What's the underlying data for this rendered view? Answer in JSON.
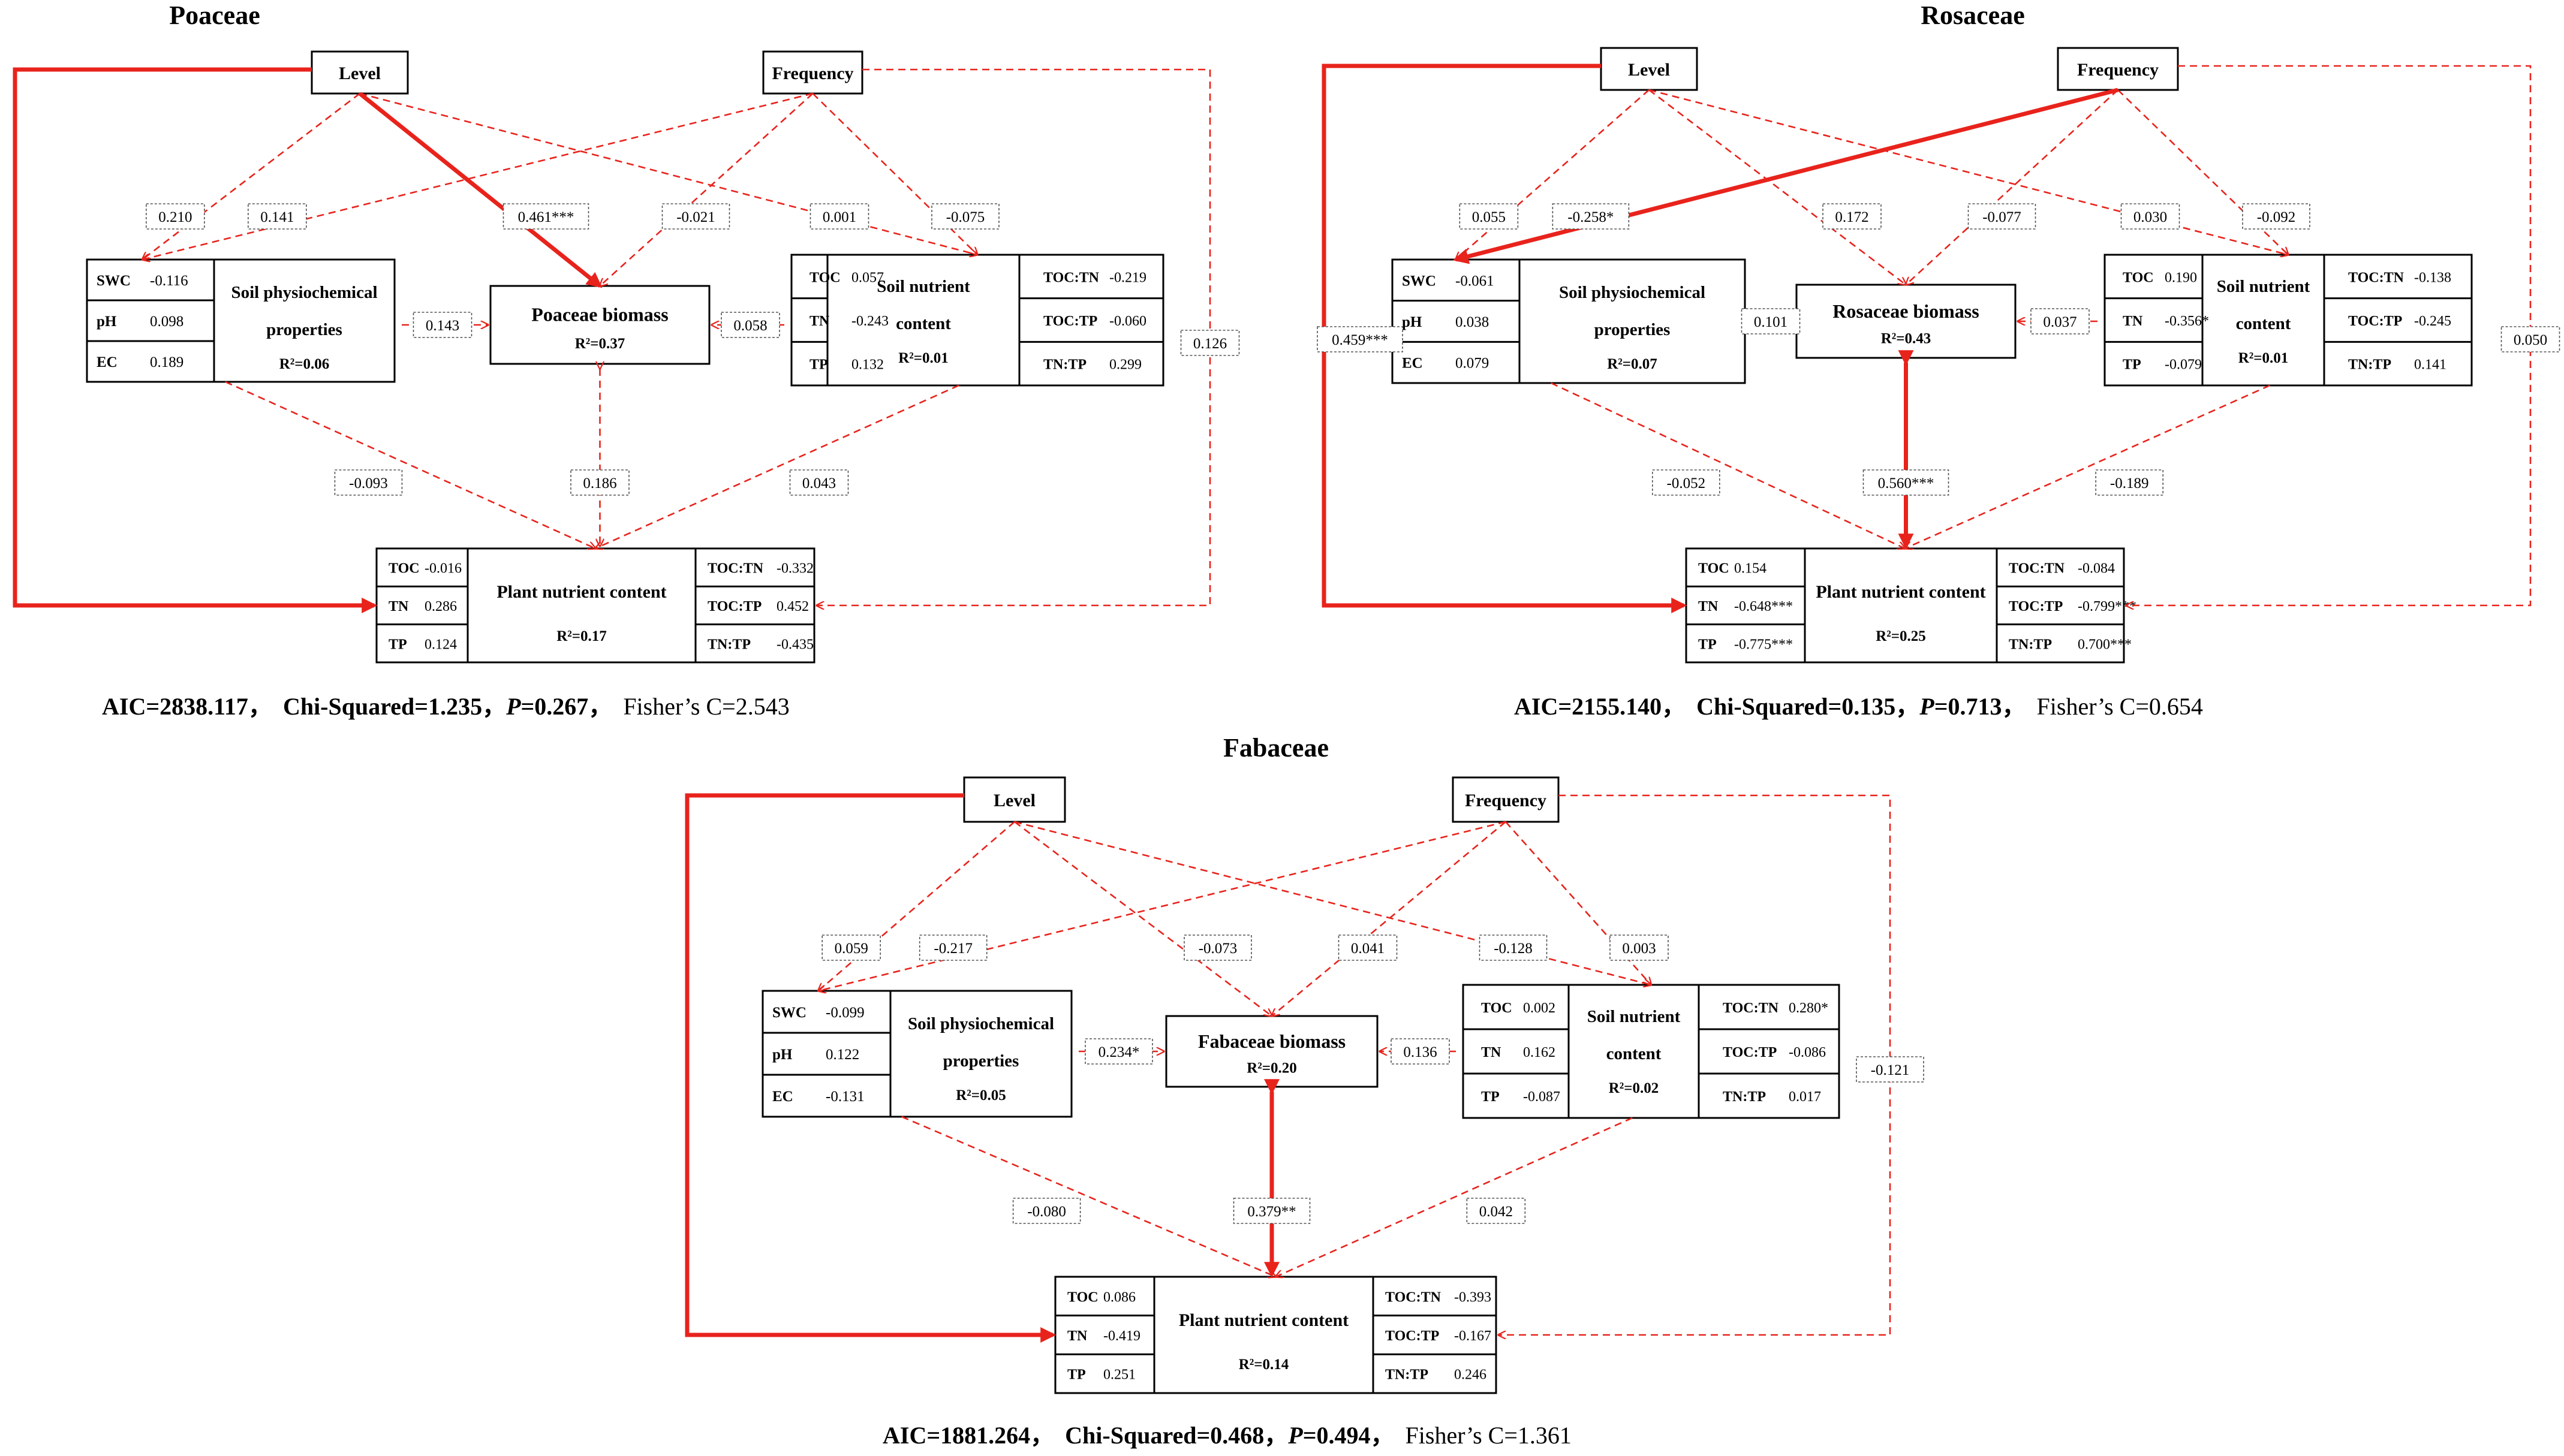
{
  "panels": [
    {
      "id": "poaceae",
      "title": "Poaceae",
      "level": "Level",
      "frequency": "Frequency",
      "soil_phys": {
        "rows": [
          [
            "SWC",
            "-0.116"
          ],
          [
            "pH",
            "0.098"
          ],
          [
            "EC",
            "0.189"
          ]
        ],
        "name1": "Soil physiochemical",
        "name2": "properties",
        "r2": "R²=0.06"
      },
      "biomass": {
        "name": "Poaceae biomass",
        "r2": "R²=0.37"
      },
      "soil_nut": {
        "rows": [
          [
            "TOC",
            "0.057"
          ],
          [
            "TN",
            "-0.243"
          ],
          [
            "TP",
            "0.132"
          ]
        ],
        "name1": "Soil nutrient",
        "name2": "content",
        "r2": "R²=0.01",
        "right": [
          [
            "TOC:TN",
            "-0.219"
          ],
          [
            "TOC:TP",
            "-0.060"
          ],
          [
            "TN:TP",
            "0.299"
          ]
        ]
      },
      "plant": {
        "rows": [
          [
            "TOC",
            "-0.016"
          ],
          [
            "TN",
            "0.286"
          ],
          [
            "TP",
            "0.124"
          ]
        ],
        "name": "Plant nutrient content",
        "r2": "R²=0.17",
        "right": [
          [
            "TOC:TN",
            "-0.332"
          ],
          [
            "TOC:TP",
            "0.452"
          ],
          [
            "TN:TP",
            "-0.435"
          ]
        ]
      },
      "coef": {
        "lv_phys": "0.210",
        "fr_phys": "0.141",
        "lv_bio": "0.461***",
        "fr_bio": "-0.021",
        "lv_nut": "0.001",
        "fr_nut": "-0.075",
        "phys_bio": "0.143",
        "nut_bio": "0.058",
        "fr_plant": "0.126",
        "lv_plant": "",
        "phys_plant": "-0.093",
        "bio_plant": "0.186",
        "nut_plant": "0.043"
      },
      "sig": {
        "lv_phys": false,
        "fr_phys": false,
        "lv_bio": true,
        "fr_bio": false,
        "lv_nut": false,
        "fr_nut": false,
        "phys_bio": false,
        "nut_bio": false,
        "fr_plant": false,
        "lv_plant": true,
        "phys_plant": false,
        "bio_plant": false,
        "nut_plant": false
      },
      "fit": {
        "aic": "AIC=2838.117，",
        "chi": "Chi-Squared=1.235，",
        "p_letter": "P",
        "p_value": "=0.267，",
        "fisher": "Fisher’s C=2.543"
      }
    },
    {
      "id": "rosaceae",
      "title": "Rosaceae",
      "level": "Level",
      "frequency": "Frequency",
      "soil_phys": {
        "rows": [
          [
            "SWC",
            "-0.061"
          ],
          [
            "pH",
            "0.038"
          ],
          [
            "EC",
            "0.079"
          ]
        ],
        "name1": "Soil physiochemical",
        "name2": "properties",
        "r2": "R²=0.07"
      },
      "biomass": {
        "name": "Rosaceae biomass",
        "r2": "R²=0.43"
      },
      "soil_nut": {
        "rows": [
          [
            "TOC",
            "0.190"
          ],
          [
            "TN",
            "-0.356*"
          ],
          [
            "TP",
            "-0.079"
          ]
        ],
        "name1": "Soil nutrient",
        "name2": "content",
        "r2": "R²=0.01",
        "right": [
          [
            "TOC:TN",
            "-0.138"
          ],
          [
            "TOC:TP",
            "-0.245"
          ],
          [
            "TN:TP",
            "0.141"
          ]
        ]
      },
      "plant": {
        "rows": [
          [
            "TOC",
            "0.154"
          ],
          [
            "TN",
            "-0.648***"
          ],
          [
            "TP",
            "-0.775***"
          ]
        ],
        "name": "Plant nutrient content",
        "r2": "R²=0.25",
        "right": [
          [
            "TOC:TN",
            "-0.084"
          ],
          [
            "TOC:TP",
            "-0.799***"
          ],
          [
            "TN:TP",
            "0.700***"
          ]
        ]
      },
      "coef": {
        "lv_phys": "0.055",
        "fr_phys": "-0.258*",
        "lv_bio": "0.172",
        "fr_bio": "-0.077",
        "lv_nut": "0.030",
        "fr_nut": "-0.092",
        "phys_bio": "0.101",
        "nut_bio": "0.037",
        "fr_plant": "0.050",
        "lv_plant": "0.459***",
        "phys_plant": "-0.052",
        "bio_plant": "0.560***",
        "nut_plant": "-0.189"
      },
      "sig": {
        "lv_phys": false,
        "fr_phys": true,
        "lv_bio": false,
        "fr_bio": false,
        "lv_nut": false,
        "fr_nut": false,
        "phys_bio": false,
        "nut_bio": false,
        "fr_plant": false,
        "lv_plant": true,
        "phys_plant": false,
        "bio_plant": true,
        "nut_plant": false
      },
      "fit": {
        "aic": "AIC=2155.140，",
        "chi": "Chi-Squared=0.135，",
        "p_letter": "P",
        "p_value": "=0.713，",
        "fisher": "Fisher’s C=0.654"
      }
    },
    {
      "id": "fabaceae",
      "title": "Fabaceae",
      "level": "Level",
      "frequency": "Frequency",
      "soil_phys": {
        "rows": [
          [
            "SWC",
            "-0.099"
          ],
          [
            "pH",
            "0.122"
          ],
          [
            "EC",
            "-0.131"
          ]
        ],
        "name1": "Soil physiochemical",
        "name2": "properties",
        "r2": "R²=0.05"
      },
      "biomass": {
        "name": "Fabaceae biomass",
        "r2": "R²=0.20"
      },
      "soil_nut": {
        "rows": [
          [
            "TOC",
            "0.002"
          ],
          [
            "TN",
            "0.162"
          ],
          [
            "TP",
            "-0.087"
          ]
        ],
        "name1": "Soil nutrient",
        "name2": "content",
        "r2": "R²=0.02",
        "right": [
          [
            "TOC:TN",
            "0.280*"
          ],
          [
            "TOC:TP",
            "-0.086"
          ],
          [
            "TN:TP",
            "0.017"
          ]
        ]
      },
      "plant": {
        "rows": [
          [
            "TOC",
            "0.086"
          ],
          [
            "TN",
            "-0.419"
          ],
          [
            "TP",
            "0.251"
          ]
        ],
        "name": "Plant nutrient content",
        "r2": "R²=0.14",
        "right": [
          [
            "TOC:TN",
            "-0.393"
          ],
          [
            "TOC:TP",
            "-0.167"
          ],
          [
            "TN:TP",
            "0.246"
          ]
        ]
      },
      "coef": {
        "lv_phys": "0.059",
        "fr_phys": "-0.217",
        "lv_bio": "-0.073",
        "fr_bio": "0.041",
        "lv_nut": "-0.128",
        "fr_nut": "0.003",
        "phys_bio": "0.234*",
        "nut_bio": "0.136",
        "fr_plant": "-0.121",
        "lv_plant": "",
        "phys_plant": "-0.080",
        "bio_plant": "0.379**",
        "nut_plant": "0.042"
      },
      "sig": {
        "lv_phys": false,
        "fr_phys": false,
        "lv_bio": false,
        "fr_bio": false,
        "lv_nut": false,
        "fr_nut": false,
        "phys_bio": false,
        "nut_bio": false,
        "fr_plant": false,
        "lv_plant": true,
        "phys_plant": false,
        "bio_plant": true,
        "nut_plant": false
      },
      "fit": {
        "aic": "AIC=1881.264，",
        "chi": "Chi-Squared=0.468，",
        "p_letter": "P",
        "p_value": "=0.494，",
        "fisher": "Fisher’s C=1.361"
      }
    }
  ],
  "colors": {
    "path": "#e8231c",
    "box": "#000000",
    "label_border": "#555555"
  }
}
